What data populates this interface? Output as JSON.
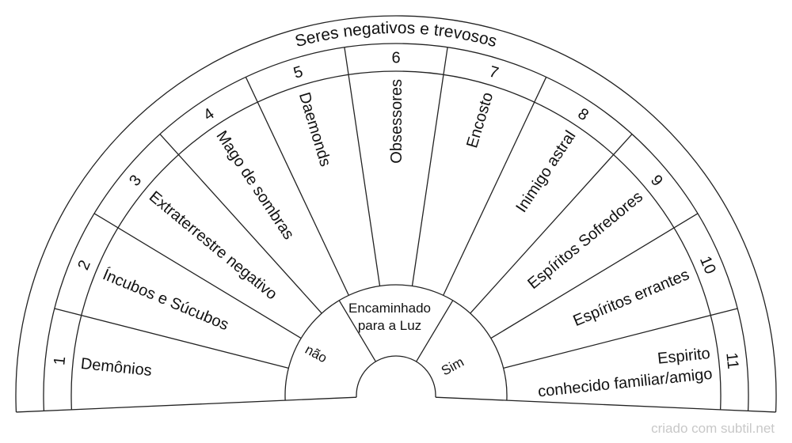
{
  "title": "Seres negativos e trevosos",
  "sectors": [
    {
      "number": "1",
      "lines": [
        "Demônios"
      ]
    },
    {
      "number": "2",
      "lines": [
        "Íncubos e Súcubos"
      ]
    },
    {
      "number": "3",
      "lines": [
        "Extraterrestre negativo"
      ]
    },
    {
      "number": "4",
      "lines": [
        "Mago de sombras"
      ]
    },
    {
      "number": "5",
      "lines": [
        "Daemonds"
      ]
    },
    {
      "number": "6",
      "lines": [
        "Obsessores"
      ]
    },
    {
      "number": "7",
      "lines": [
        "Encosto"
      ]
    },
    {
      "number": "8",
      "lines": [
        "Inimigo astral"
      ]
    },
    {
      "number": "9",
      "lines": [
        "Espíritos Sofredores"
      ]
    },
    {
      "number": "10",
      "lines": [
        "Espíritos errantes"
      ]
    },
    {
      "number": "11",
      "lines": [
        "Espirito",
        "conhecido familiar/amigo"
      ]
    }
  ],
  "inner": [
    {
      "lines": [
        "não"
      ]
    },
    {
      "lines": [
        "Encaminhado",
        "para a Luz"
      ]
    },
    {
      "lines": [
        "Sim"
      ]
    }
  ],
  "watermark": "criado com subtil.net"
}
